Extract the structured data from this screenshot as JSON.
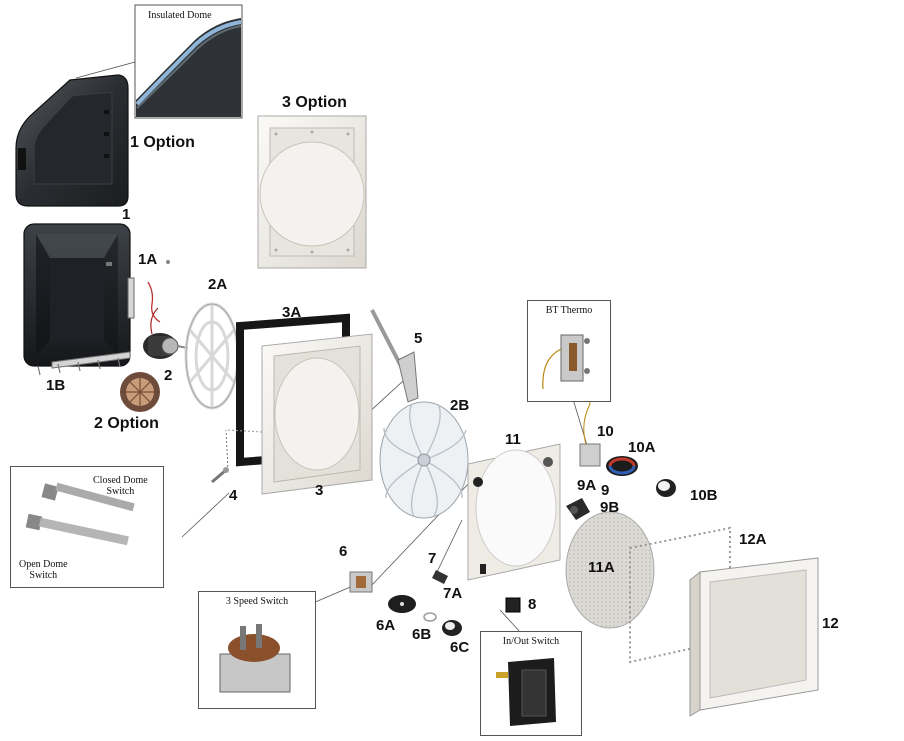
{
  "callouts": {
    "insulated_dome": "Insulated Dome",
    "bt_thermo": "BT Thermo",
    "closed_dome_switch": "Closed Dome\nSwitch",
    "open_dome_switch": "Open Dome\nSwitch",
    "three_speed_switch": "3 Speed Switch",
    "in_out_switch": "In/Out Switch"
  },
  "labels": {
    "p1_option": "1  Option",
    "p1": "1",
    "p1a": "1A",
    "p1b": "1B",
    "p2": "2",
    "p2_option": "2 Option",
    "p2a": "2A",
    "p2b": "2B",
    "p3_option": "3 Option",
    "p3a": "3A",
    "p3": "3",
    "p4": "4",
    "p5": "5",
    "p6": "6",
    "p6a": "6A",
    "p6b": "6B",
    "p6c": "6C",
    "p7": "7",
    "p7a": "7A",
    "p8": "8",
    "p9": "9",
    "p9a": "9A",
    "p9b": "9B",
    "p10": "10",
    "p10a": "10A",
    "p10b": "10B",
    "p11": "11",
    "p11a": "11A",
    "p12": "12",
    "p12a": "12A"
  },
  "colors": {
    "dome_dark": "#2a2d31",
    "frame_white": "#f1efea",
    "gasket_black": "#161616",
    "label_text": "#111111"
  }
}
